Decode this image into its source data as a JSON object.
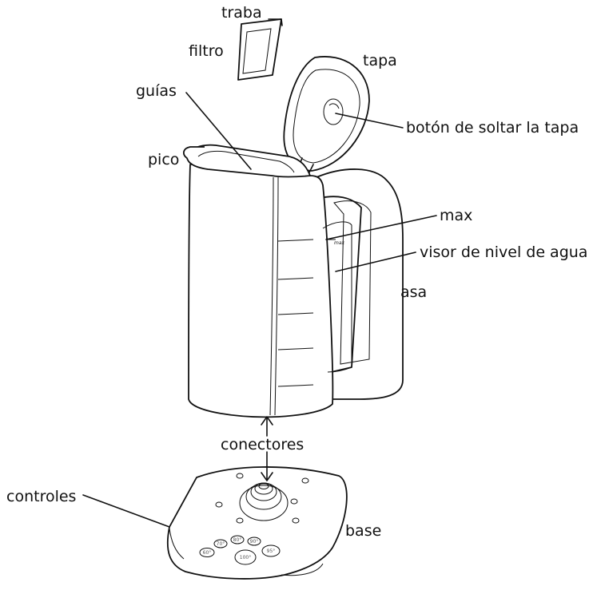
{
  "labels": {
    "traba": "traba",
    "filtro": "filtro",
    "tapa": "tapa",
    "guias": "guías",
    "boton": "botón de soltar la tapa",
    "pico": "pico",
    "max": "max",
    "visor": "visor de nivel de agua",
    "asa": "asa",
    "conectores": "conectores",
    "controles": "controles",
    "base": "base"
  },
  "gauge_mark": "max",
  "buttons": [
    "70°",
    "80°",
    "90°",
    "60°",
    "100°",
    "95°"
  ]
}
